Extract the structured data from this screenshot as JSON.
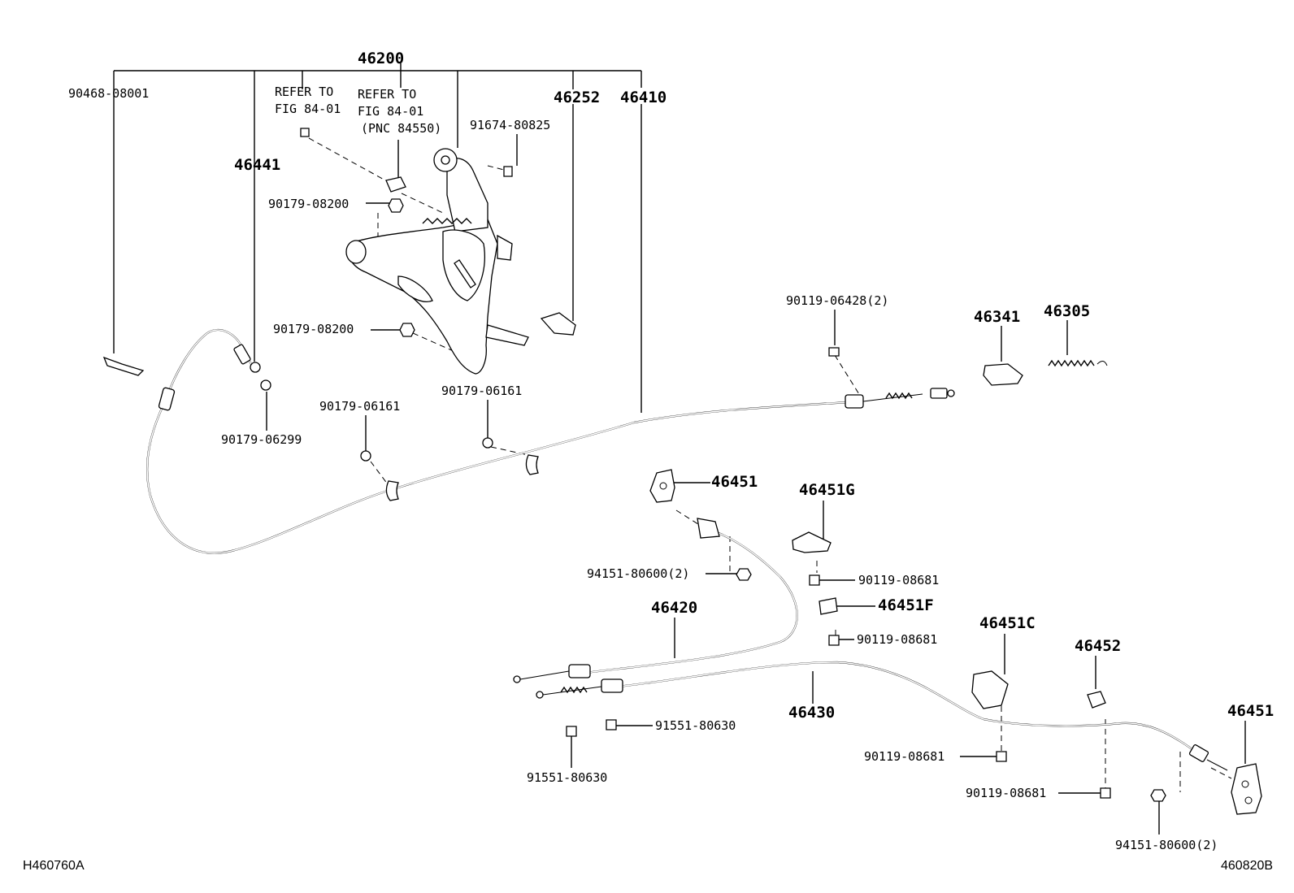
{
  "corner": {
    "left_code": "H460760A",
    "right_code": "460820B"
  },
  "labels": {
    "p46200": "46200",
    "p90468": "90468-08001",
    "refer1_l1": "REFER TO",
    "refer1_l2": "FIG 84-01",
    "refer2_l1": "REFER TO",
    "refer2_l2": "FIG 84-01",
    "refer2_l3": "(PNC 84550)",
    "p46252": "46252",
    "p46410": "46410",
    "p91674": "91674-80825",
    "p46441": "46441",
    "p90179_08200a": "90179-08200",
    "p90179_08200b": "90179-08200",
    "p90179_06161a": "90179-06161",
    "p90179_06161b": "90179-06161",
    "p90179_06299": "90179-06299",
    "p90119_06428": "90119-06428(2)",
    "p46341": "46341",
    "p46305": "46305",
    "p46451a": "46451",
    "p46451g": "46451G",
    "p94151a": "94151-80600(2)",
    "p90119_08681a": "90119-08681",
    "p46451f": "46451F",
    "p46420": "46420",
    "p90119_08681b": "90119-08681",
    "p46451c": "46451C",
    "p46452": "46452",
    "p46451b": "46451",
    "p46430": "46430",
    "p91551a": "91551-80630",
    "p91551b": "91551-80630",
    "p90119_08681c": "90119-08681",
    "p90119_08681d": "90119-08681",
    "p94151b": "94151-80600(2)"
  }
}
